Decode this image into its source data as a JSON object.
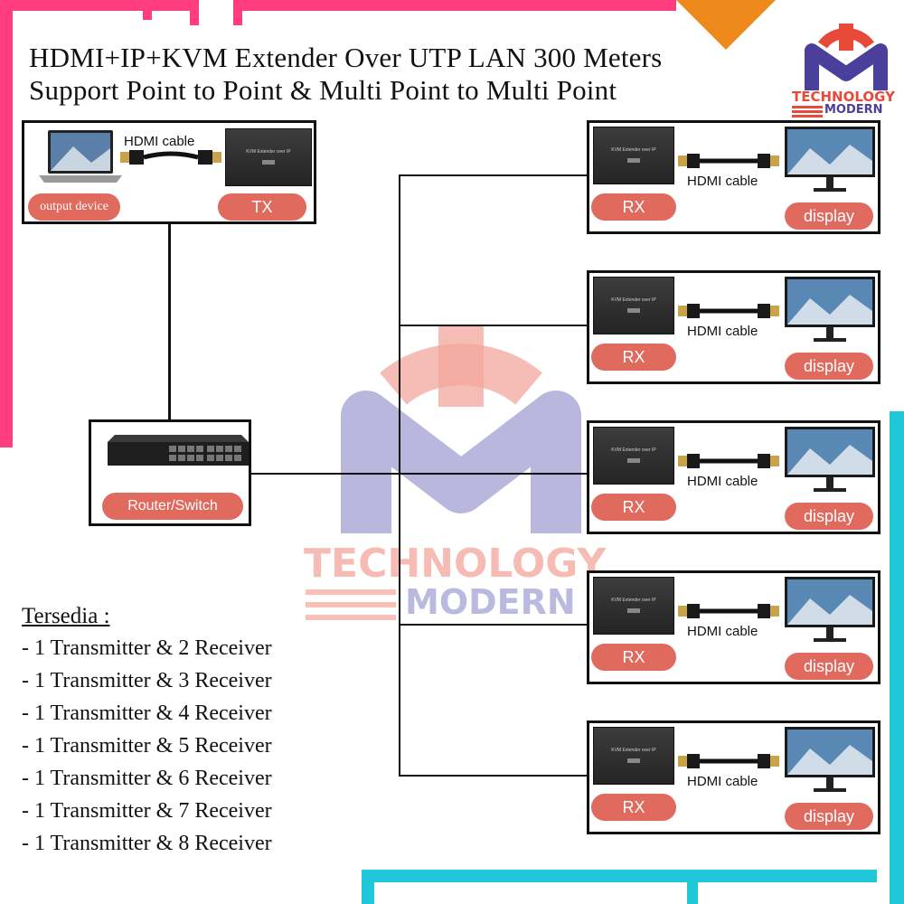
{
  "title": {
    "line1": "HDMI+IP+KVM Extender Over UTP LAN 300 Meters",
    "line2": "Support Point to Point & Multi Point to Multi Point"
  },
  "logo": {
    "line1": "TECHNOLOGY",
    "line2": "MODERN"
  },
  "watermark": {
    "line1": "TECHNOLOGY",
    "line2": "MODERN"
  },
  "transmitter": {
    "source_label": "output device",
    "cable_label": "HDMI cable",
    "device_label": "TX",
    "device_print": "KVM Extender over IP"
  },
  "switch": {
    "label": "Router/Switch"
  },
  "receivers": [
    {
      "device_label": "RX",
      "cable_label": "HDMI cable",
      "display_label": "display",
      "device_print": "KVM Extender over IP"
    },
    {
      "device_label": "RX",
      "cable_label": "HDMI cable",
      "display_label": "display",
      "device_print": "KVM Extender over IP"
    },
    {
      "device_label": "RX",
      "cable_label": "HDMI cable",
      "display_label": "display",
      "device_print": "KVM Extender over IP"
    },
    {
      "device_label": "RX",
      "cable_label": "HDMI cable",
      "display_label": "display",
      "device_print": "KVM Extender over IP"
    },
    {
      "device_label": "RX",
      "cable_label": "HDMI cable",
      "display_label": "display",
      "device_print": "KVM Extender over IP"
    }
  ],
  "availability": {
    "heading": "Tersedia :",
    "items": [
      "- 1 Transmitter & 2 Receiver",
      "- 1 Transmitter & 3 Receiver",
      "- 1 Transmitter & 4 Receiver",
      "- 1 Transmitter & 5 Receiver",
      "- 1 Transmitter & 6 Receiver",
      "- 1 Transmitter & 7 Receiver",
      "- 1 Transmitter & 8 Receiver"
    ]
  },
  "colors": {
    "pill": "#e06a5e",
    "frame_pink": "#ff3d7f",
    "frame_cyan": "#1ec8d8",
    "corner_orange": "#ee8a1c",
    "logo_purple": "#4a3f9a",
    "logo_red": "#e84a3a"
  }
}
